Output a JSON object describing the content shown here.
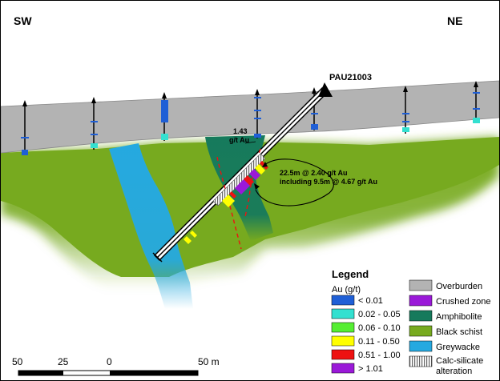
{
  "orientation": {
    "left": "SW",
    "right": "NE"
  },
  "drillhole": {
    "name": "PAU21003"
  },
  "annotations": {
    "assay_value": "1.43",
    "assay_unit": "g/t Au",
    "intercept_line1": "22.5m @ 2.40 g/t Au",
    "intercept_line2": "including 9.5m @ 4.67 g/t Au"
  },
  "legend": {
    "title": "Legend",
    "au_heading": "Au (g/t)",
    "au_ranges": [
      {
        "label": "< 0.01",
        "color": "#1f5fd6"
      },
      {
        "label": "0.02 - 0.05",
        "color": "#33e0d0"
      },
      {
        "label": "0.06 - 0.10",
        "color": "#55ee33"
      },
      {
        "label": "0.11 - 0.50",
        "color": "#ffff00"
      },
      {
        "label": "0.51 - 1.00",
        "color": "#ee1111"
      },
      {
        "label": "> 1.01",
        "color": "#9a19d8"
      }
    ],
    "units": [
      {
        "label": "Overburden",
        "color": "#b3b3b3"
      },
      {
        "label": "Crushed zone",
        "color": "#9a19d8"
      },
      {
        "label": "Amphibolite",
        "color": "#167a5c"
      },
      {
        "label": "Black schist",
        "color": "#77aa1f"
      },
      {
        "label": "Greywacke",
        "color": "#25a9e0"
      }
    ],
    "alteration_line1": "Calc-silicate",
    "alteration_line2": "alteration"
  },
  "scale_bar": {
    "labels": [
      "50",
      "25",
      "0",
      "50 m"
    ]
  }
}
